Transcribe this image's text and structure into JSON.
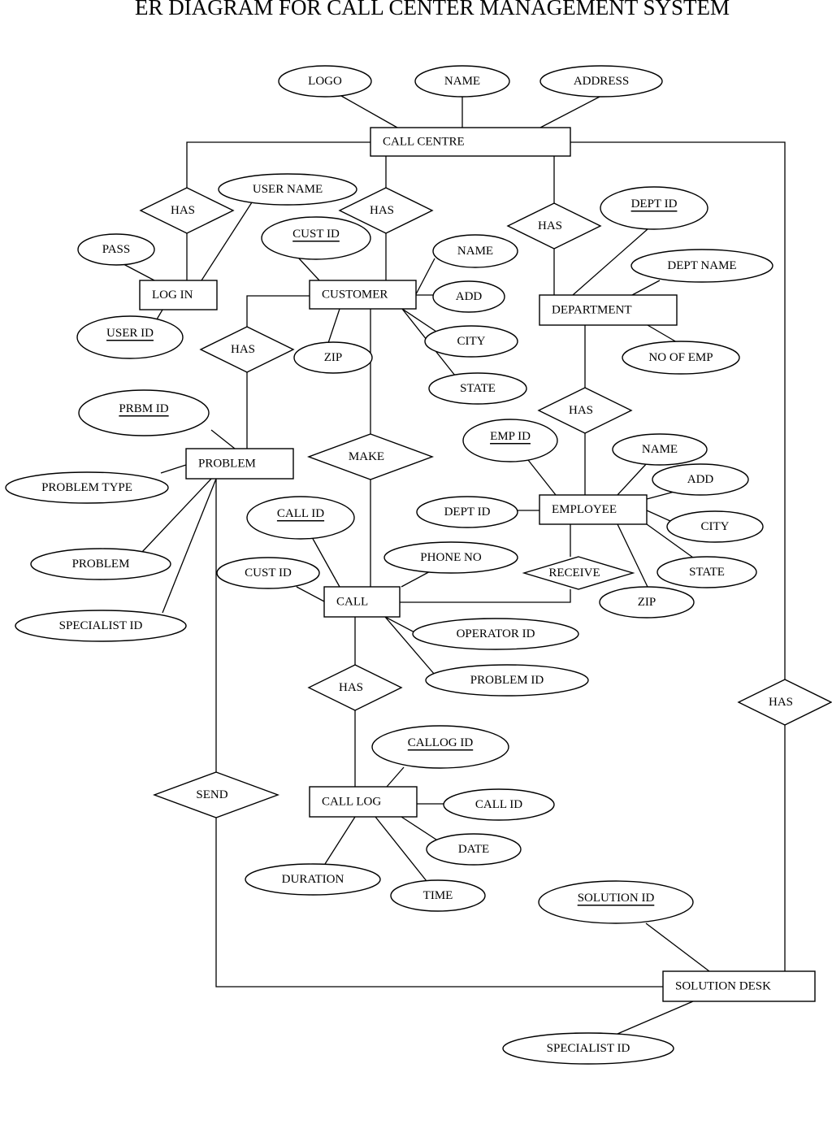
{
  "title": "ER DIAGRAM FOR CALL CENTER MANAGEMENT SYSTEM",
  "entities": [
    {
      "id": "call-centre",
      "label": "CALL CENTRE"
    },
    {
      "id": "log-in",
      "label": "LOG IN"
    },
    {
      "id": "customer",
      "label": "CUSTOMER"
    },
    {
      "id": "department",
      "label": "DEPARTMENT"
    },
    {
      "id": "problem",
      "label": "PROBLEM"
    },
    {
      "id": "employee",
      "label": "EMPLOYEE"
    },
    {
      "id": "call",
      "label": "CALL"
    },
    {
      "id": "call-log",
      "label": "CALL LOG"
    },
    {
      "id": "solution-desk",
      "label": "SOLUTION DESK"
    }
  ],
  "relationships": [
    {
      "id": "has-login",
      "label": "HAS"
    },
    {
      "id": "has-customer",
      "label": "HAS"
    },
    {
      "id": "has-department",
      "label": "HAS"
    },
    {
      "id": "has-problem",
      "label": "HAS"
    },
    {
      "id": "make",
      "label": "MAKE"
    },
    {
      "id": "has-employee",
      "label": "HAS"
    },
    {
      "id": "receive",
      "label": "RECEIVE"
    },
    {
      "id": "has-calllog",
      "label": "HAS"
    },
    {
      "id": "send",
      "label": "SEND"
    },
    {
      "id": "has-solution",
      "label": "HAS"
    }
  ],
  "attributes": [
    {
      "id": "logo",
      "label": "LOGO",
      "key": false
    },
    {
      "id": "cc-name",
      "label": "NAME",
      "key": false
    },
    {
      "id": "address",
      "label": "ADDRESS",
      "key": false
    },
    {
      "id": "user-name",
      "label": "USER NAME",
      "key": false
    },
    {
      "id": "pass",
      "label": "PASS",
      "key": false
    },
    {
      "id": "user-id",
      "label": "USER ID",
      "key": true
    },
    {
      "id": "cust-id",
      "label": "CUST ID",
      "key": true
    },
    {
      "id": "cust-name",
      "label": "NAME",
      "key": false
    },
    {
      "id": "cust-add",
      "label": "ADD",
      "key": false
    },
    {
      "id": "cust-city",
      "label": "CITY",
      "key": false
    },
    {
      "id": "cust-state",
      "label": "STATE",
      "key": false
    },
    {
      "id": "cust-zip",
      "label": "ZIP",
      "key": false
    },
    {
      "id": "dept-id",
      "label": "DEPT ID",
      "key": true
    },
    {
      "id": "dept-name",
      "label": "DEPT NAME",
      "key": false
    },
    {
      "id": "no-of-emp",
      "label": "NO OF EMP",
      "key": false
    },
    {
      "id": "prbm-id",
      "label": "PRBM ID",
      "key": true
    },
    {
      "id": "problem-type",
      "label": "PROBLEM TYPE",
      "key": false
    },
    {
      "id": "problem-attr",
      "label": "PROBLEM",
      "key": false
    },
    {
      "id": "specialist-id-problem",
      "label": "SPECIALIST ID",
      "key": false
    },
    {
      "id": "emp-id",
      "label": "EMP ID",
      "key": true
    },
    {
      "id": "emp-name",
      "label": "NAME",
      "key": false
    },
    {
      "id": "emp-add",
      "label": "ADD",
      "key": false
    },
    {
      "id": "emp-dept-id",
      "label": "DEPT ID",
      "key": false
    },
    {
      "id": "emp-city",
      "label": "CITY",
      "key": false
    },
    {
      "id": "emp-state",
      "label": "STATE",
      "key": false
    },
    {
      "id": "emp-zip",
      "label": "ZIP",
      "key": false
    },
    {
      "id": "call-id",
      "label": "CALL ID",
      "key": true
    },
    {
      "id": "call-cust-id",
      "label": "CUST ID",
      "key": false
    },
    {
      "id": "phone-no",
      "label": "PHONE NO",
      "key": false
    },
    {
      "id": "operator-id",
      "label": "OPERATOR ID",
      "key": false
    },
    {
      "id": "problem-id",
      "label": "PROBLEM ID",
      "key": false
    },
    {
      "id": "callog-id",
      "label": "CALLOG ID",
      "key": true
    },
    {
      "id": "log-call-id",
      "label": "CALL ID",
      "key": false
    },
    {
      "id": "date",
      "label": "DATE",
      "key": false
    },
    {
      "id": "duration",
      "label": "DURATION",
      "key": false
    },
    {
      "id": "time",
      "label": "TIME",
      "key": false
    },
    {
      "id": "solution-id",
      "label": "SOLUTION ID",
      "key": true
    },
    {
      "id": "specialist-id-desk",
      "label": "SPECIALIST ID",
      "key": false
    }
  ]
}
